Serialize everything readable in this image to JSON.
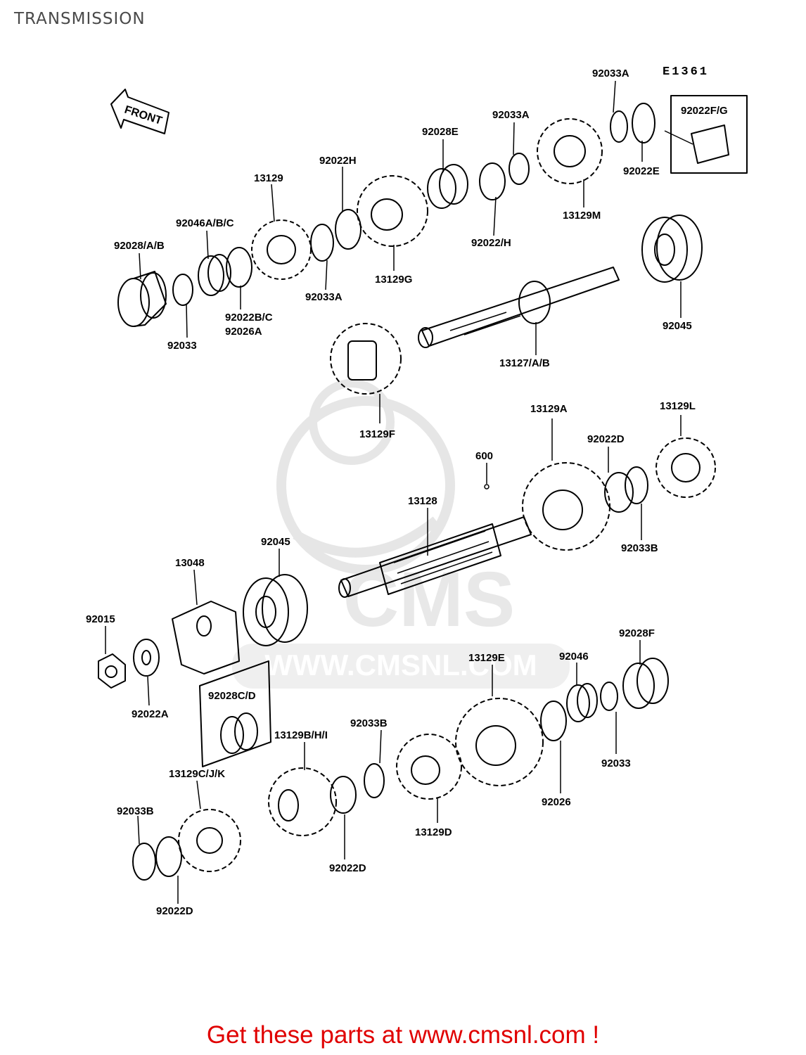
{
  "title": "TRANSMISSION",
  "diagram_code": "E1361",
  "front_arrow_label": "FRONT",
  "watermark": {
    "brand": "CMS",
    "url": "WWW.CMSNL.COM"
  },
  "parts": [
    {
      "id": "92033A-top",
      "label": "92033A"
    },
    {
      "id": "92022FG",
      "label": "92022F/G"
    },
    {
      "id": "92033A-mid",
      "label": "92033A"
    },
    {
      "id": "92028E",
      "label": "92028E"
    },
    {
      "id": "92022H",
      "label": "92022H"
    },
    {
      "id": "13129",
      "label": "13129"
    },
    {
      "id": "92046ABC",
      "label": "92046A/B/C"
    },
    {
      "id": "92028AB",
      "label": "92028/A/B"
    },
    {
      "id": "92022E",
      "label": "92022E"
    },
    {
      "id": "13129M",
      "label": "13129M"
    },
    {
      "id": "92022H-2",
      "label": "92022/H"
    },
    {
      "id": "13129G",
      "label": "13129G"
    },
    {
      "id": "92033A-low",
      "label": "92033A"
    },
    {
      "id": "92022BC",
      "label": "92022B/C"
    },
    {
      "id": "92026A",
      "label": "92026A"
    },
    {
      "id": "92033",
      "label": "92033"
    },
    {
      "id": "92045-top",
      "label": "92045"
    },
    {
      "id": "13127AB",
      "label": "13127/A/B"
    },
    {
      "id": "13129F",
      "label": "13129F"
    },
    {
      "id": "13129A",
      "label": "13129A"
    },
    {
      "id": "13129L",
      "label": "13129L"
    },
    {
      "id": "92022D-top",
      "label": "92022D"
    },
    {
      "id": "600",
      "label": "600"
    },
    {
      "id": "13128",
      "label": "13128"
    },
    {
      "id": "92033B-top",
      "label": "92033B"
    },
    {
      "id": "92045-mid",
      "label": "92045"
    },
    {
      "id": "13048",
      "label": "13048"
    },
    {
      "id": "92015",
      "label": "92015"
    },
    {
      "id": "92022A",
      "label": "92022A"
    },
    {
      "id": "92028CD",
      "label": "92028C/D"
    },
    {
      "id": "13129E",
      "label": "13129E"
    },
    {
      "id": "92046",
      "label": "92046"
    },
    {
      "id": "92028F",
      "label": "92028F"
    },
    {
      "id": "92033B-mid",
      "label": "92033B"
    },
    {
      "id": "13129BHI",
      "label": "13129B/H/I"
    },
    {
      "id": "13129CJK",
      "label": "13129C/J/K"
    },
    {
      "id": "92033-low",
      "label": "92033"
    },
    {
      "id": "92026",
      "label": "92026"
    },
    {
      "id": "13129D",
      "label": "13129D"
    },
    {
      "id": "92033B-low",
      "label": "92033B"
    },
    {
      "id": "92022D-mid",
      "label": "92022D"
    },
    {
      "id": "92022D-low",
      "label": "92022D"
    }
  ],
  "footer": {
    "text": "Get these parts at www.cmsnl.com !"
  }
}
